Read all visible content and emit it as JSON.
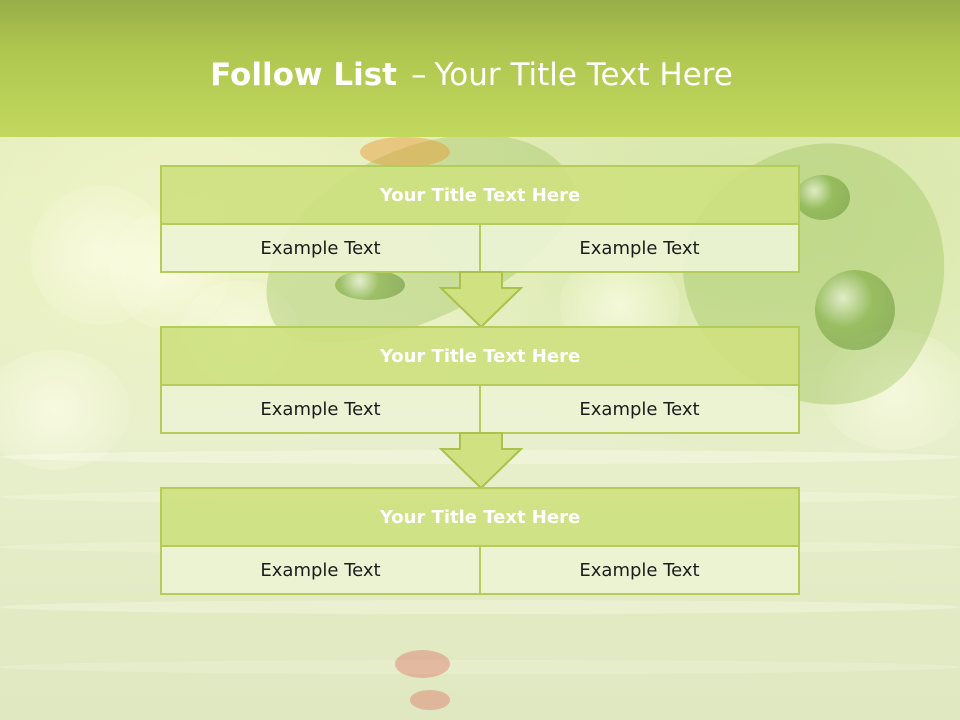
{
  "slide": {
    "title_bold": "Follow List",
    "title_dash": "–",
    "title_rest": "Your Title Text Here"
  },
  "flow": {
    "steps": [
      {
        "title": "Your Title Text Here",
        "left": "Example Text",
        "right": "Example Text"
      },
      {
        "title": "Your Title Text Here",
        "left": "Example Text",
        "right": "Example Text"
      },
      {
        "title": "Your Title Text Here",
        "left": "Example Text",
        "right": "Example Text"
      }
    ],
    "arrow_icon": "down-arrow-icon"
  },
  "colors": {
    "header": "#aec64f",
    "box_title_fill": "#cee180",
    "box_cell_fill": "#ecf3d4",
    "box_border": "#b4cc5a",
    "arrow_fill": "#cfe180"
  }
}
